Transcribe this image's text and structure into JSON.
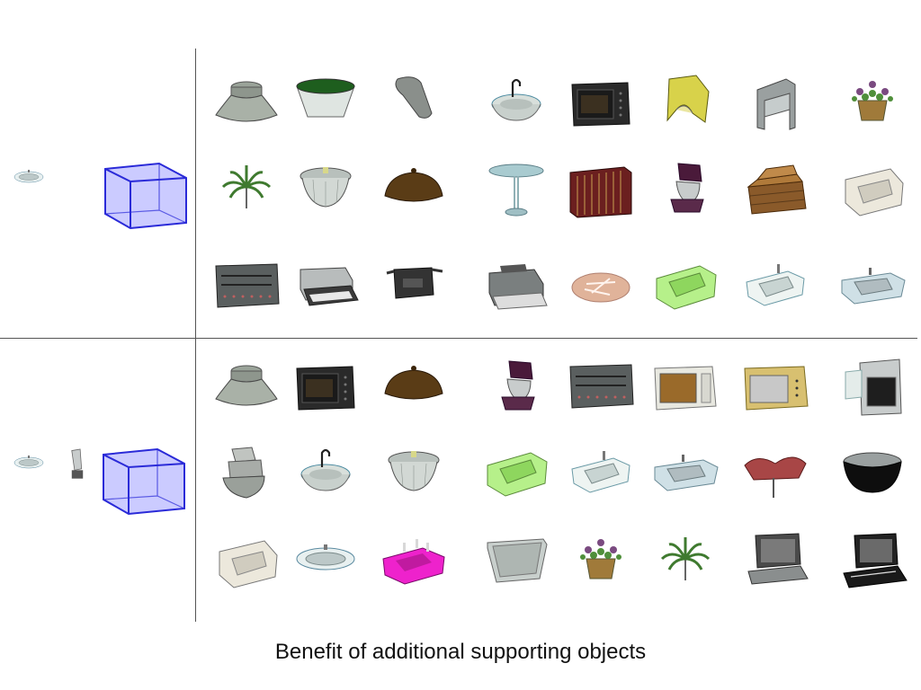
{
  "caption": "Benefit of additional supporting objects",
  "query_rows": [
    {
      "items": [
        "sink",
        "box"
      ]
    },
    {
      "items": [
        "sink",
        "blender",
        "box"
      ]
    }
  ],
  "result_rows": [
    [
      "lamp-base",
      "planter-bowl",
      "vase",
      "sink-with-faucet",
      "microwave",
      "yellow-chair",
      "cabinet-stand",
      "flower-pot"
    ],
    [
      "palm-plant",
      "round-sink",
      "brown-lid",
      "birdbath",
      "book-row",
      "stand-mixer",
      "wood-stairs",
      "square-sink"
    ],
    [
      "control-panel",
      "printer",
      "tray-device",
      "fax-printer",
      "pink-bowl",
      "green-sink",
      "white-sink",
      "steel-sink"
    ],
    [
      "lamp-base",
      "microwave",
      "brown-lid",
      "stand-mixer",
      "control-panel",
      "gold-microwave",
      "yellow-microwave",
      "wall-oven"
    ],
    [
      "mixer-stack",
      "sink-with-faucet",
      "round-sink",
      "green-sink",
      "white-sink",
      "steel-sink",
      "red-table",
      "black-bowl"
    ],
    [
      "square-sink",
      "oval-sink",
      "magenta-sink",
      "steel-tub",
      "flower-pot",
      "palm-plant",
      "laptop",
      "laptop-dark"
    ]
  ],
  "colors": {
    "box_edge": "#2a2ad8",
    "box_fill": "#a8a8ff",
    "divider": "#555555"
  }
}
